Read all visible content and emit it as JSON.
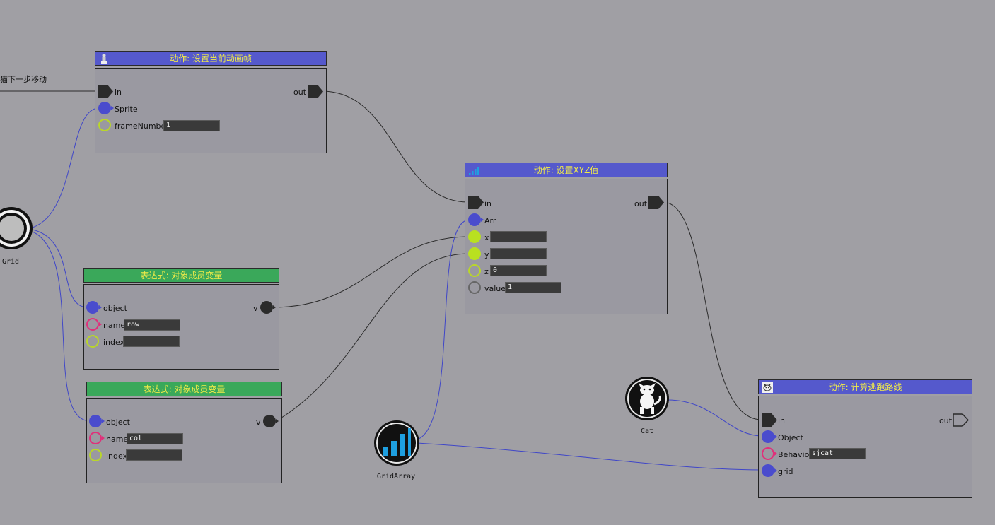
{
  "edge_labels": {
    "left_text": "猫下一步移动"
  },
  "variables": {
    "grid": {
      "label": "Grid"
    },
    "gridarray": {
      "label": "GridArray"
    },
    "cat": {
      "label": "Cat"
    }
  },
  "nodes": {
    "set_frame": {
      "title": "动作: 设置当前动画帧",
      "icon": "pawn-icon",
      "in_label": "in",
      "out_label": "out",
      "ports": {
        "sprite": "Sprite",
        "frame_number": "frameNumber"
      },
      "values": {
        "frame_number": "1"
      }
    },
    "set_xyz": {
      "title": "动作: 设置XYZ值",
      "icon": "bar-chart-icon",
      "in_label": "in",
      "out_label": "out",
      "ports": {
        "arr": "Arr",
        "x": "x",
        "y": "y",
        "z": "z",
        "value": "value"
      },
      "values": {
        "x": "",
        "y": "",
        "z": "0",
        "value": "1"
      }
    },
    "expr_row": {
      "title": "表达式: 对象成员变量",
      "out_label": "v",
      "ports": {
        "object": "object",
        "name": "name",
        "index": "index"
      },
      "values": {
        "name": "row",
        "index": ""
      }
    },
    "expr_col": {
      "title": "表达式: 对象成员变量",
      "out_label": "v",
      "ports": {
        "object": "object",
        "name": "name",
        "index": "index"
      },
      "values": {
        "name": "col",
        "index": ""
      }
    },
    "calc_escape": {
      "title": "动作: 计算逃跑路线",
      "icon": "cat-icon",
      "in_label": "in",
      "out_label": "out",
      "ports": {
        "object": "Object",
        "behavior": "Behavior",
        "grid": "grid"
      },
      "values": {
        "behavior": "sjcat"
      }
    }
  },
  "colors": {
    "canvas": "#a09fa4",
    "action_header": "#5559cc",
    "expression_header": "#3aa85a",
    "header_text": "#f2ec48",
    "object_port": "#4a4ccd",
    "string_port": "#e0307a",
    "number_port": "#b9d62a",
    "flow_wire": "#2b2b2b",
    "data_wire": "#3f46c8"
  }
}
